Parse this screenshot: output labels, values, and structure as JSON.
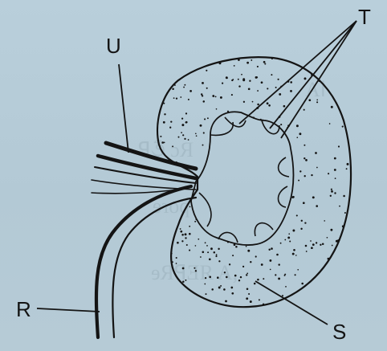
{
  "labels": {
    "u": "U",
    "t": "T",
    "r": "R",
    "s": "S"
  },
  "colors": {
    "background": "#b6ccd8",
    "ink": "#141414"
  }
}
